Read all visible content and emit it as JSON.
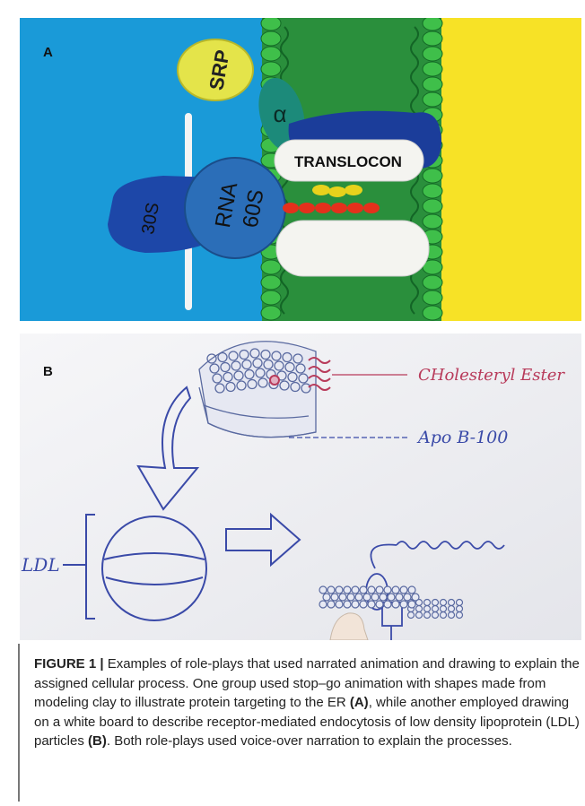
{
  "panel_a": {
    "letter": "A",
    "clay_labels": {
      "srp": "SRP",
      "alpha": "α",
      "translocon": "TRANSLOCON",
      "rna": "RNA",
      "s60": "60S",
      "s30": "30S"
    },
    "colors": {
      "background_left": "#1a9ad8",
      "background_right": "#f7e226",
      "membrane": "#1f9b38",
      "translocon_clay": "#1b3d9a",
      "ribosome_clay": "#2b6eb8",
      "srp_clay": "#e4e44a"
    }
  },
  "panel_b": {
    "letter": "B",
    "board_labels": {
      "cholesteryl": "CHolesteryl Ester",
      "apo": "Apo B-100",
      "ldl": "LDL"
    },
    "colors": {
      "board": "#f3f3f6",
      "ink": "#3a4aa8",
      "red_ink": "#b83a5a"
    }
  },
  "caption": {
    "figure_label": "FIGURE 1 |",
    "text_1": " Examples of role-plays that used narrated animation and drawing to explain the assigned cellular process. One group used stop–go animation with shapes made from modeling clay to illustrate protein targeting to the ER ",
    "ref_a": "(A)",
    "text_2": ", while another employed drawing on a white board to describe receptor-mediated endocytosis of low density lipoprotein (LDL) particles ",
    "ref_b": "(B)",
    "text_3": ". Both role-plays used voice-over narration to explain the processes."
  }
}
